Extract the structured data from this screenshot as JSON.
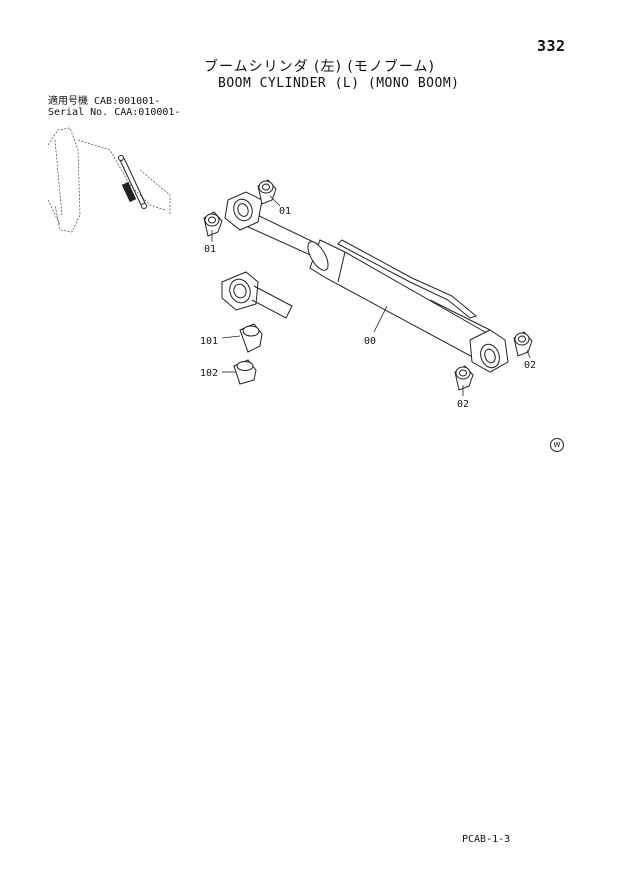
{
  "page": {
    "number": "332",
    "title_jp": "ブームシリンダ (左) (モノブーム)",
    "title_en": "BOOM CYLINDER (L) (MONO BOOM)",
    "serial_jp": "適用号機 CAB:001001-",
    "serial_en": "Serial No. CAA:010001-",
    "footer_code": "PCAB-1-3",
    "mark": "W"
  },
  "callouts": {
    "c01_top": "01",
    "c01_left": "01",
    "c00": "00",
    "c101": "101",
    "c102": "102",
    "c02_right": "02",
    "c02_bottom": "02"
  }
}
